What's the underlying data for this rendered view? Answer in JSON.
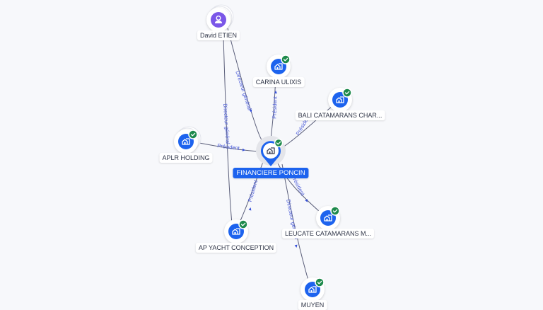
{
  "colors": {
    "company": "#1d63ee",
    "person": "#7b57e8",
    "verified": "#1e8a4c",
    "edge": "#5b5f7a",
    "edge_label": "#4a5bd8",
    "central_label_bg": "#1d63ee"
  },
  "central": {
    "id": "financiere-poncin",
    "label": "FINANCIERE PONCIN",
    "type": "company",
    "icon": "building-icon",
    "verified": true
  },
  "nodes": [
    {
      "id": "david-etien",
      "label": "David ETIEN",
      "type": "person",
      "icon": "person-icon",
      "verified": false,
      "stacked": true
    },
    {
      "id": "carina-ulixis",
      "label": "CARINA ULIXIS",
      "type": "company",
      "icon": "building-icon",
      "verified": true
    },
    {
      "id": "bali-catamarans",
      "label": "BALI CATAMARANS CHAR...",
      "type": "company",
      "icon": "building-icon",
      "verified": true
    },
    {
      "id": "aplr-holding",
      "label": "APLR HOLDING",
      "type": "company",
      "icon": "building-icon",
      "verified": true,
      "stacked": true
    },
    {
      "id": "leucate-catamarans",
      "label": "LEUCATE CATAMARANS M...",
      "type": "company",
      "icon": "building-icon",
      "verified": true
    },
    {
      "id": "ap-yacht-conception",
      "label": "AP YACHT CONCEPTION",
      "type": "company",
      "icon": "building-icon",
      "verified": true
    },
    {
      "id": "muyen",
      "label": "MUYEN",
      "type": "company",
      "icon": "building-icon",
      "verified": true
    }
  ],
  "edges": [
    {
      "from": "david-etien",
      "to": "financiere-poncin",
      "label": "Directeur général"
    },
    {
      "from": "david-etien",
      "to": "ap-yacht-conception",
      "label": "Directeur général"
    },
    {
      "from": "financiere-poncin",
      "to": "carina-ulixis",
      "label": "Président"
    },
    {
      "from": "financiere-poncin",
      "to": "bali-catamarans",
      "label": "Président"
    },
    {
      "from": "aplr-holding",
      "to": "financiere-poncin",
      "label": "Président"
    },
    {
      "from": "financiere-poncin",
      "to": "leucate-catamarans",
      "label": "Président"
    },
    {
      "from": "financiere-poncin",
      "to": "ap-yacht-conception",
      "label": "Président"
    },
    {
      "from": "financiere-poncin",
      "to": "muyen",
      "label": "Directeur général"
    }
  ]
}
